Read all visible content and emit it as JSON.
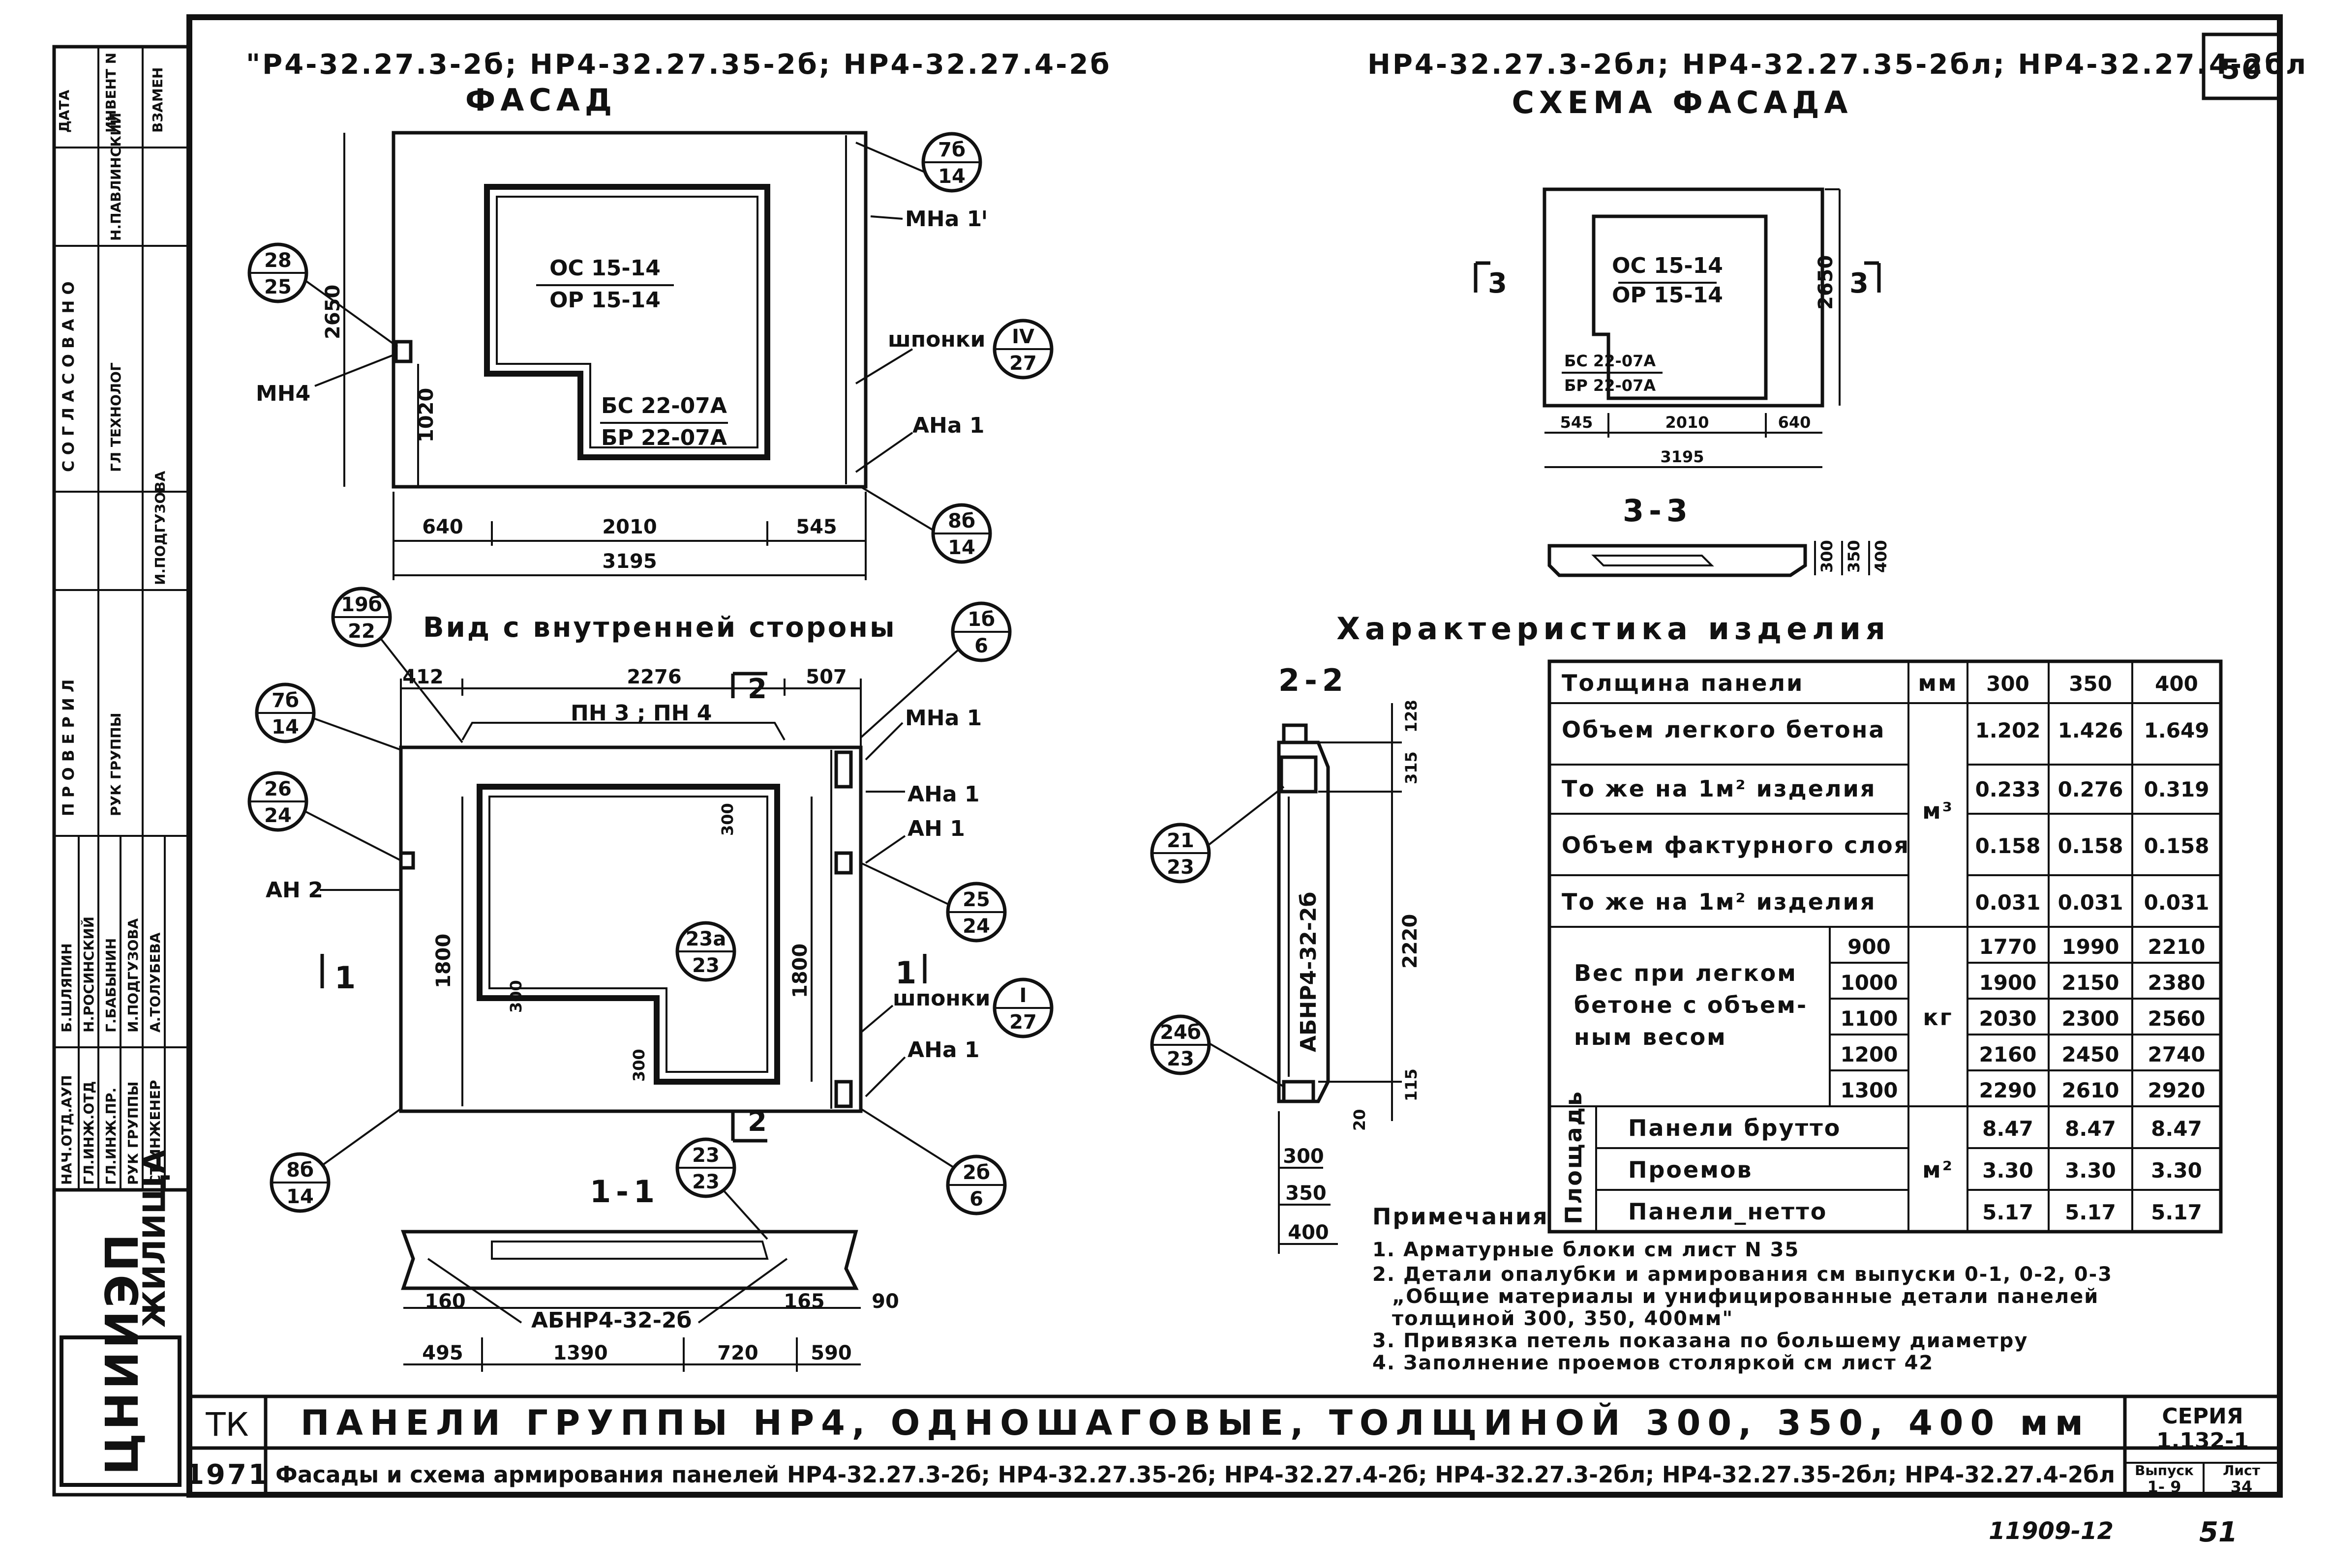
{
  "sheet_number": "50",
  "facade": {
    "header_marks": "\"Р4-32.27.3-2б; НР4-32.27.35-2б; НР4-32.27.4-2б",
    "title": "ФАСАД",
    "opening_label_top": "ОС 15-14",
    "opening_label_bottom": "ОР 15-14",
    "door_label_top": "БС 22-07А",
    "door_label_bottom": "БР 22-07А",
    "dim_height": "2650",
    "dim_1020": "1020",
    "dim_640": "640",
    "dim_2010": "2010",
    "dim_545": "545",
    "dim_total": "3195",
    "callouts": [
      {
        "top": "7б",
        "bottom": "14"
      },
      {
        "top": "28",
        "bottom": "25"
      },
      {
        "top": "IV",
        "bottom": "27"
      },
      {
        "top": "8б",
        "bottom": "14"
      }
    ],
    "labels": {
      "mna1": "МНа 1ᴵ",
      "mn4": "МН4",
      "shponki": "шпонки",
      "ana1": "АНа 1"
    }
  },
  "scheme": {
    "header_marks": "НР4-32.27.3-2бл; НР4-32.27.35-2бл; НР4-32.27.4-2бл",
    "title": "СХЕМА ФАСАДА",
    "opening_top": "ОС 15-14",
    "opening_bottom": "ОР 15-14",
    "door_top": "БС 22-07А",
    "door_bottom": "БР 22-07А",
    "dim_height": "2650",
    "dim_545": "545",
    "dim_2010": "2010",
    "dim_640": "640",
    "dim_total": "3195",
    "sec_left": "3",
    "sec_right": "3"
  },
  "section33": {
    "title": "3-3",
    "dims": [
      "300",
      "350",
      "400"
    ]
  },
  "inner": {
    "title": "Вид с внутренней стороны",
    "dim_412": "412",
    "dim_2276": "2276",
    "dim_507": "507",
    "pn_label": "ПН 3 ; ПН 4",
    "dim_300a": "300",
    "dim_300b": "300",
    "dim_300c": "300",
    "dim_1800a": "1800",
    "dim_1800b": "1800",
    "sec_top": "2",
    "sec_bottom": "2",
    "sec_left": "1",
    "sec_right": "1",
    "callouts": [
      {
        "top": "19б",
        "bottom": "22"
      },
      {
        "top": "1б",
        "bottom": "6"
      },
      {
        "top": "7б",
        "bottom": "14"
      },
      {
        "top": "26",
        "bottom": "24"
      },
      {
        "top": "23а",
        "bottom": "23"
      },
      {
        "top": "25",
        "bottom": "24"
      },
      {
        "top": "I",
        "bottom": "27"
      },
      {
        "top": "8б",
        "bottom": "14"
      },
      {
        "top": "2б",
        "bottom": "6"
      },
      {
        "top": "23",
        "bottom": "23"
      }
    ],
    "labels": {
      "mna1": "МНа 1",
      "ana1a": "АНа 1",
      "an1": "АН 1",
      "an2": "АН 2",
      "shponki": "шпонки",
      "ana1b": "АНа 1"
    }
  },
  "section11": {
    "title": "1-1",
    "label": "АБНР4-32-2б",
    "dims": {
      "d160": "160",
      "d165": "165",
      "d90": "90",
      "d495": "495",
      "d1390": "1390",
      "d720": "720",
      "d590": "590"
    }
  },
  "section22": {
    "title": "2-2",
    "label": "АБНР4-32-2б",
    "dims": {
      "d128": "128",
      "d315": "315",
      "d2220": "2220",
      "d115": "115",
      "d20": "20",
      "d300": "300",
      "d350": "350",
      "d400": "400"
    },
    "callouts": [
      {
        "top": "21",
        "bottom": "23"
      },
      {
        "top": "24б",
        "bottom": "23"
      }
    ]
  },
  "characteristics": {
    "title": "Характеристика изделия",
    "header": {
      "name": "Толщина панели",
      "unit": "мм",
      "cols": [
        "300",
        "350",
        "400"
      ]
    },
    "rows": [
      {
        "name": "Объем легкого бетона",
        "values": [
          "1.202",
          "1.426",
          "1.649"
        ]
      },
      {
        "name": "То же на 1м² изделия",
        "values": [
          "0.233",
          "0.276",
          "0.319"
        ]
      },
      {
        "name": "Объем фактурного слоя",
        "values": [
          "0.158",
          "0.158",
          "0.158"
        ]
      },
      {
        "name": "То же на 1м² изделия",
        "values": [
          "0.031",
          "0.031",
          "0.031"
        ]
      }
    ],
    "unit_m3": "м³",
    "weight_label": [
      "Вес при легком",
      "бетоне с объем-",
      "ным весом"
    ],
    "weight_unit": "кг",
    "weights": [
      {
        "density": "900",
        "values": [
          "1770",
          "1990",
          "2210"
        ]
      },
      {
        "density": "1000",
        "values": [
          "1900",
          "2150",
          "2380"
        ]
      },
      {
        "density": "1100",
        "values": [
          "2030",
          "2300",
          "2560"
        ]
      },
      {
        "density": "1200",
        "values": [
          "2160",
          "2450",
          "2740"
        ]
      },
      {
        "density": "1300",
        "values": [
          "2290",
          "2610",
          "2920"
        ]
      }
    ],
    "area_label": "Площадь",
    "area_unit": "м²",
    "areas": [
      {
        "name": "Панели брутто",
        "values": [
          "8.47",
          "8.47",
          "8.47"
        ]
      },
      {
        "name": "Проемов",
        "values": [
          "3.30",
          "3.30",
          "3.30"
        ]
      },
      {
        "name": "Панели_нетто",
        "values": [
          "5.17",
          "5.17",
          "5.17"
        ]
      }
    ]
  },
  "notes": {
    "title": "Примечания",
    "items": [
      "1. Арматурные блоки см лист N 35",
      "2. Детали опалубки и армирования см выпуски 0-1, 0-2, 0-3",
      "„Общие материалы и унифицированные детали панелей",
      "толщиной 300, 350, 400мм\"",
      "3. Привязка петель показана по большему диаметру",
      "4. Заполнение проемов столяркой см лист 42"
    ]
  },
  "stamp": {
    "top_cells": [
      "ДАТА",
      "ИНВЕНТ N",
      "ВЗАМЕН"
    ],
    "approval_word": "С О Г Л А С О В А Н О",
    "approval_roles": [
      "ГЛ ТЕХНОЛОГ",
      "Н.ПАВЛИНСКИЙ"
    ],
    "check_word": "П Р О В Е Р И Л",
    "check_roles": [
      "РУК ГРУППЫ",
      "И.ПОДГУЗОВА"
    ],
    "staff": [
      {
        "role": "НАЧ.ОТД.АУП",
        "name": "Б.ШЛЯПИН"
      },
      {
        "role": "ГЛ.ИНЖ.ОТД",
        "name": "Н.РОСИНСКИЙ"
      },
      {
        "role": "ГЛ.ИНЖ.ПР.",
        "name": "Г.БАБЫНИН"
      },
      {
        "role": "РУК ГРУППЫ",
        "name": "И.ПОДГУЗОВА"
      },
      {
        "role": "СТ.ИНЖЕНЕР",
        "name": "А.ТОЛУБЕВА"
      }
    ],
    "org": "ЖИЛИЩА",
    "org_logo": "ЦНИИЭП"
  },
  "title_block": {
    "tk": "ТК",
    "year": "1971",
    "title": "ПАНЕЛИ ГРУППЫ НР4, ОДНОШАГОВЫЕ, ТОЛЩИНОЙ 300, 350, 400 мм",
    "subtitle": "Фасады и схема армирования панелей НР4-32.27.3-2б; НР4-32.27.35-2б; НР4-32.27.4-2б; НР4-32.27.3-2бл; НР4-32.27.35-2бл; НР4-32.27.4-2бл",
    "series_label": "СЕРИЯ",
    "series": "1.132-1",
    "issue_label": "Выпуск",
    "issue": "1- 9",
    "sheet_label": "Лист",
    "sheet": "34"
  },
  "footer_code": "11909-12",
  "footer_page": "51"
}
